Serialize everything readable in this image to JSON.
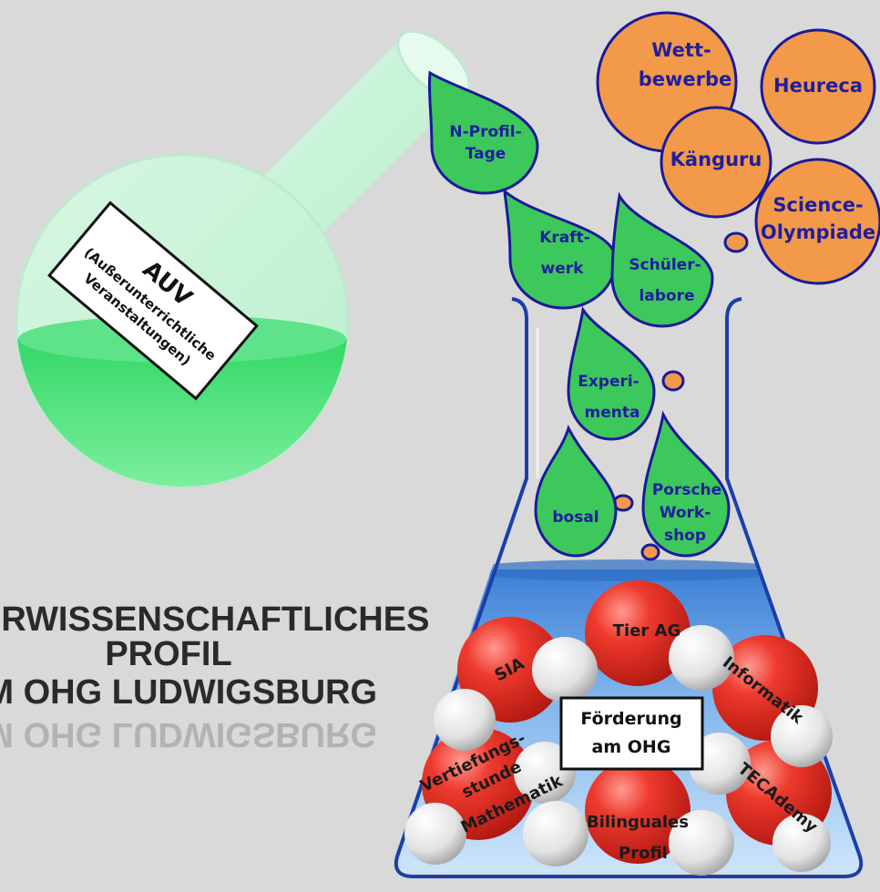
{
  "flask": {
    "card_title": "AUV",
    "card_subtitle_lines": [
      "(Außerunterrichtliche",
      "Veranstaltungen)"
    ]
  },
  "drops": [
    {
      "id": "nprofil",
      "lines": [
        "N-Profil-",
        "Tage"
      ]
    },
    {
      "id": "kraftwerk",
      "lines": [
        "Kraft-",
        "werk"
      ]
    },
    {
      "id": "schuelerlabore",
      "lines": [
        "Schüler-",
        "labore"
      ]
    },
    {
      "id": "experimenta",
      "lines": [
        "Experi-",
        "menta"
      ]
    },
    {
      "id": "bosal",
      "lines": [
        "bosal"
      ]
    },
    {
      "id": "porsche",
      "lines": [
        "Porsche",
        "Work-",
        "shop"
      ]
    }
  ],
  "competitions": [
    {
      "id": "wettbewerbe",
      "lines": [
        "Wett-",
        "bewerbe"
      ]
    },
    {
      "id": "heureca",
      "lines": [
        "Heureca"
      ]
    },
    {
      "id": "kaenguru",
      "lines": [
        "Känguru"
      ]
    },
    {
      "id": "science",
      "lines": [
        "Science-",
        "Olympiade"
      ]
    }
  ],
  "foerderung": {
    "center_lines": [
      "Förderung",
      "am OHG"
    ],
    "spheres": [
      {
        "id": "sia",
        "lines": [
          "SIA"
        ]
      },
      {
        "id": "tier-ag",
        "lines": [
          "Tier AG"
        ]
      },
      {
        "id": "informatik",
        "lines": [
          "Informatik"
        ]
      },
      {
        "id": "vertiefungsstunde",
        "lines": [
          "Vertiefungs-",
          "stunde",
          "Mathematik"
        ]
      },
      {
        "id": "bilinguales",
        "lines": [
          "Bilinguales",
          "Profil"
        ]
      },
      {
        "id": "tecademy",
        "lines": [
          "TECAdemy"
        ]
      }
    ]
  },
  "title_lines": [
    "NATURWISSENSCHAFTLICHES",
    "PROFIL",
    "AM OHG LUDWIGSBURG"
  ],
  "colors": {
    "background": "#d9d9d9",
    "drop_fill": "#3cc85a",
    "drop_stroke": "#1a1a9a",
    "orange_fill": "#f2994a",
    "text_blue": "#1f1f9e",
    "sphere_red": "#e8271e",
    "liquid_blue": "#4a90e2"
  }
}
